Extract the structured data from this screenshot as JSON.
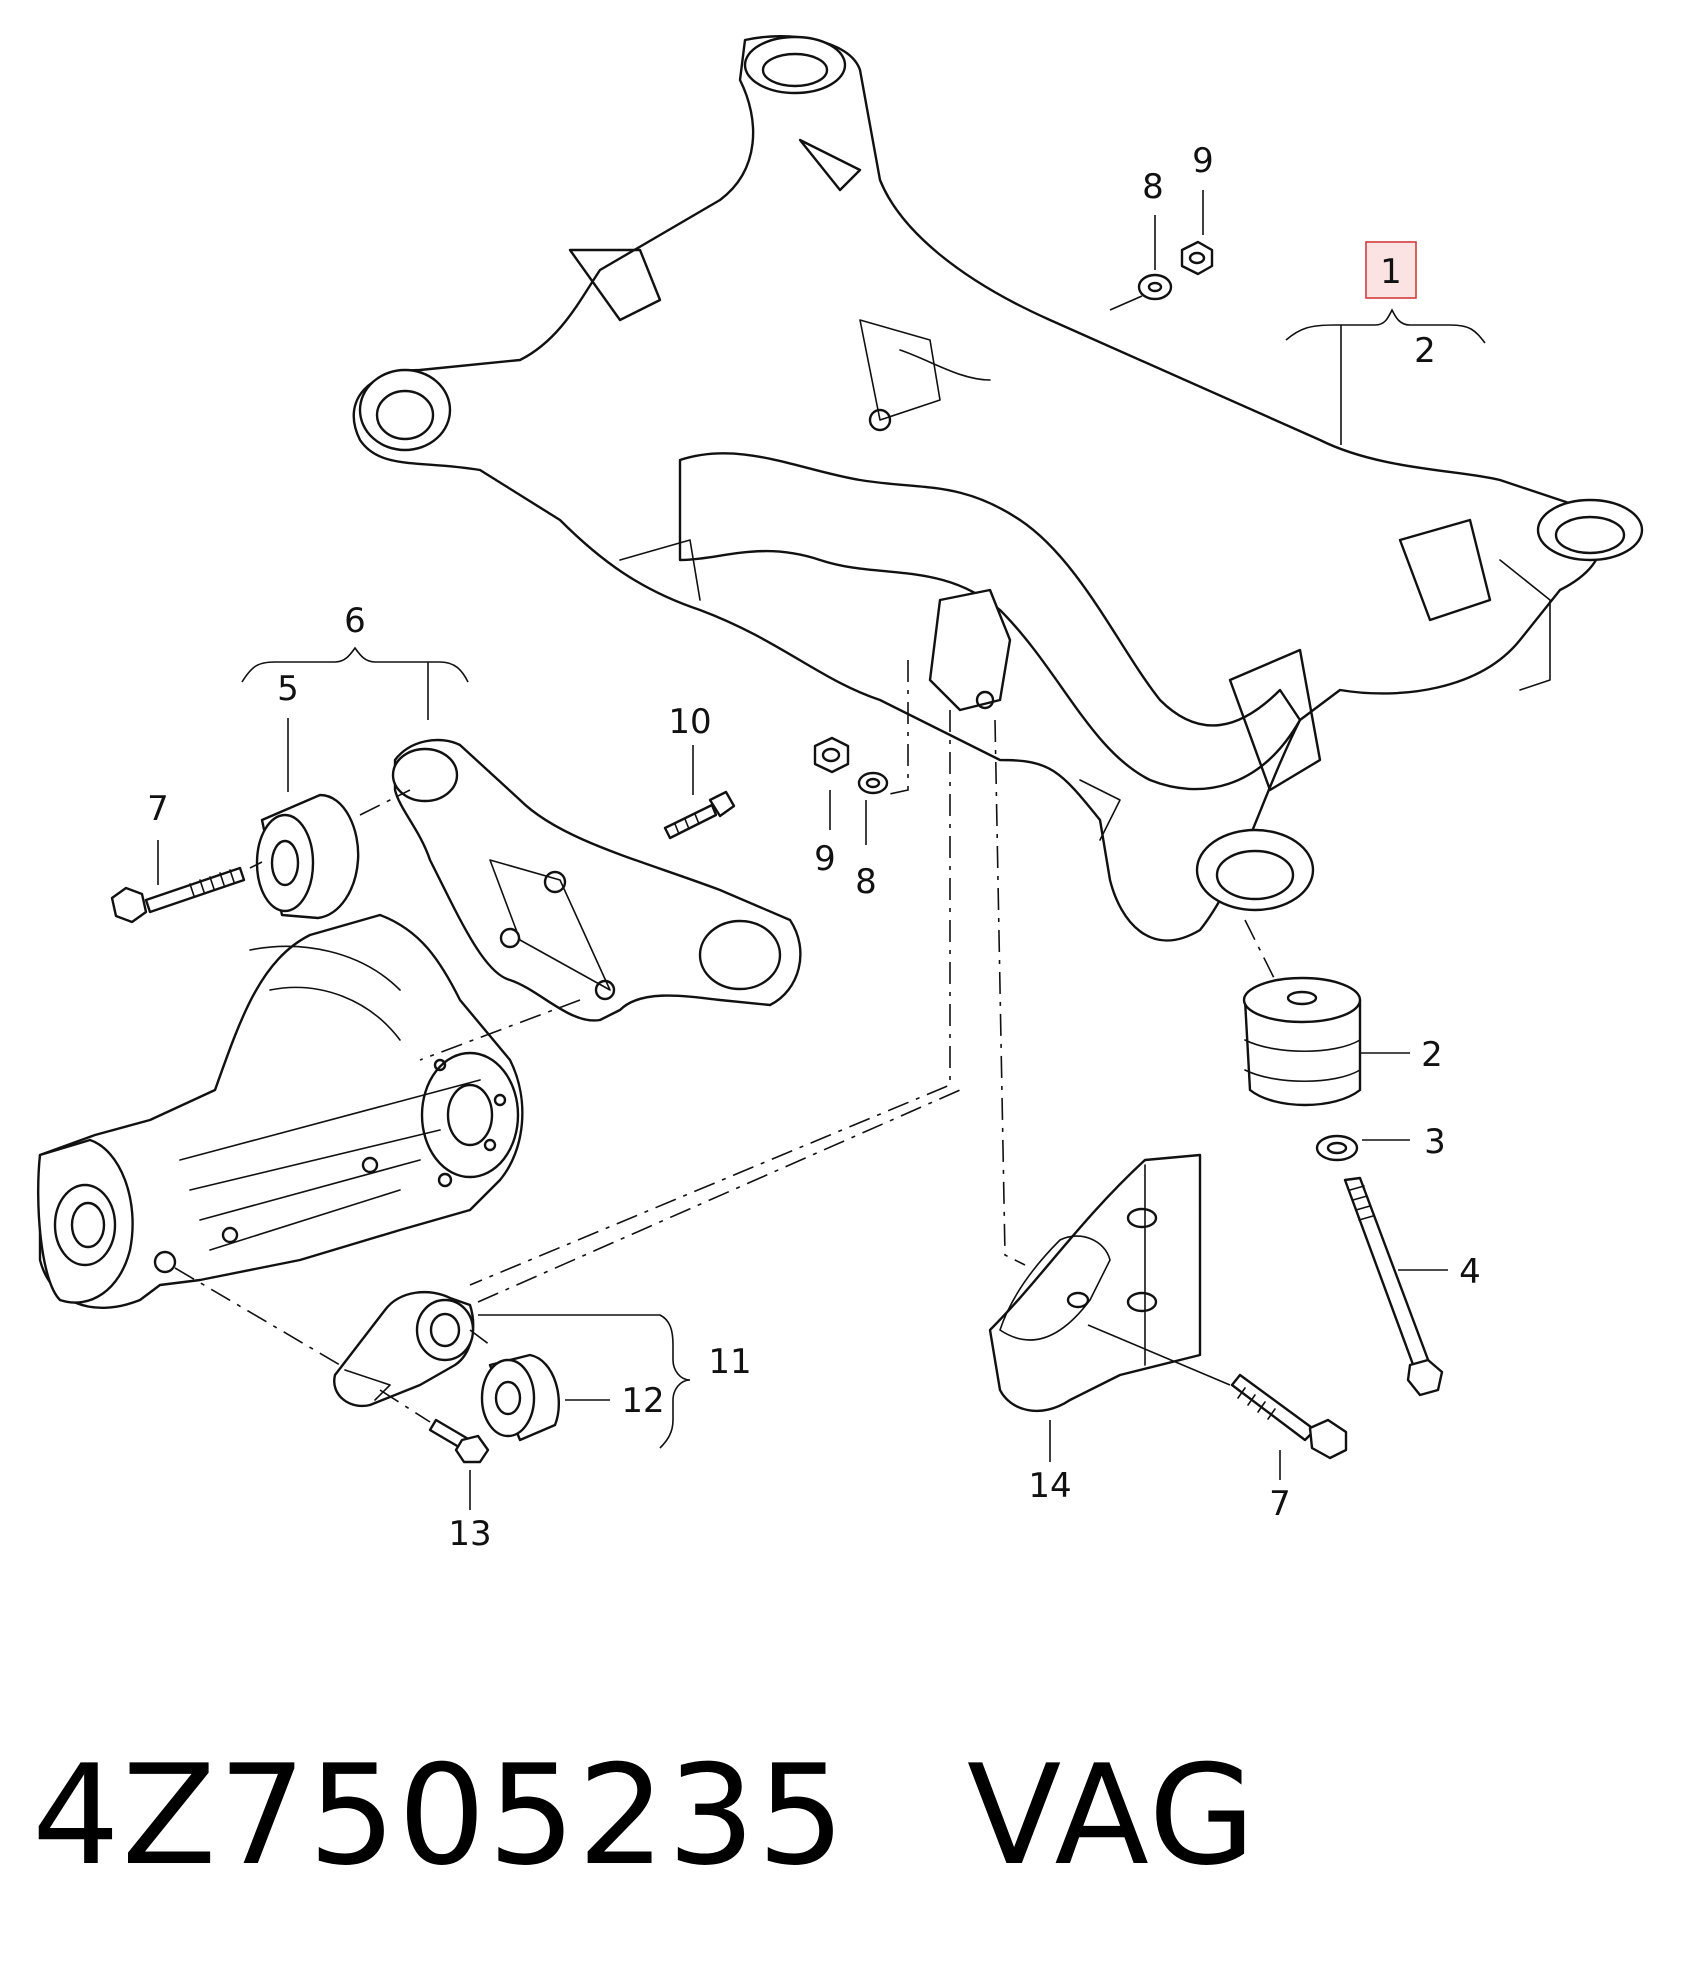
{
  "callouts": {
    "c1": "1",
    "c2_top": "2",
    "c6": "6",
    "c5": "5",
    "c7_left": "7",
    "c10": "10",
    "c9_top": "9",
    "c8_top": "8",
    "c9_mid": "9",
    "c8_mid": "8",
    "c2_right": "2",
    "c3": "3",
    "c4": "4",
    "c11": "11",
    "c12": "12",
    "c13": "13",
    "c14": "14",
    "c7_bottom": "7"
  },
  "caption": {
    "part_number": "4Z7505235",
    "brand": "VAG"
  },
  "colors": {
    "highlight_fill": "#fbe3e3",
    "highlight_stroke": "#d23c3c",
    "line": "#111111"
  }
}
